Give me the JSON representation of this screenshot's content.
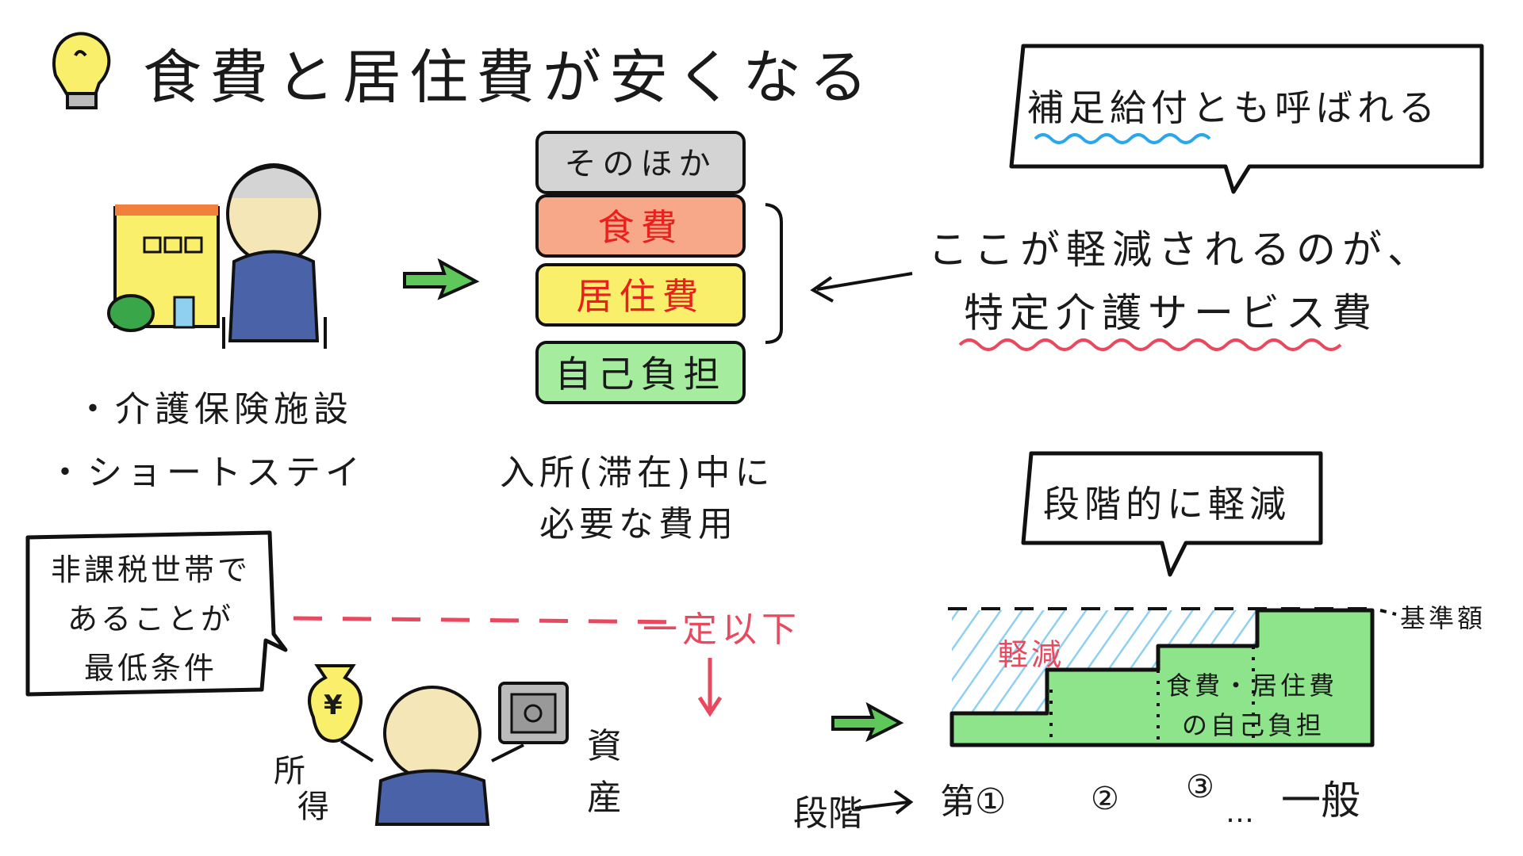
{
  "title": "食費と居住費が安くなる",
  "stack": {
    "other": "そのほか",
    "food": "食費",
    "housing": "居住費",
    "self": "自己負担"
  },
  "facilities": [
    "・介護保険施設",
    "・ショートステイ"
  ],
  "needed_costs": [
    "入所(滞在)中に",
    "必要な費用"
  ],
  "bubble_top": "補足給付とも呼ばれる",
  "reduction_text": [
    "ここが軽減されるのが、",
    "特定介護サービス費"
  ],
  "bubble_step": "段階的に軽減",
  "bubble_condition": [
    "非課税世帯で",
    "あることが",
    "最低条件"
  ],
  "threshold": "一定以下",
  "income": [
    "所",
    "得"
  ],
  "assets": [
    "資",
    "産"
  ],
  "yen_symbol": "¥",
  "chart": {
    "reduction_label": "軽減",
    "burden_label": [
      "食費・居住費",
      "の自己負担"
    ],
    "baseline_label": "基準額",
    "stages_prefix": "段階",
    "stages": [
      "第①",
      "②",
      "③",
      "…",
      "一般"
    ]
  },
  "colors": {
    "other": "#d4d4d4",
    "food": "#f6a889",
    "housing": "#f9ef6a",
    "self": "#a6ec9e",
    "blue_wave": "#2aa7e8",
    "red_wave": "#e8495f",
    "hatch_blue": "#8fd0f0",
    "stair_green": "#8ee48a"
  }
}
